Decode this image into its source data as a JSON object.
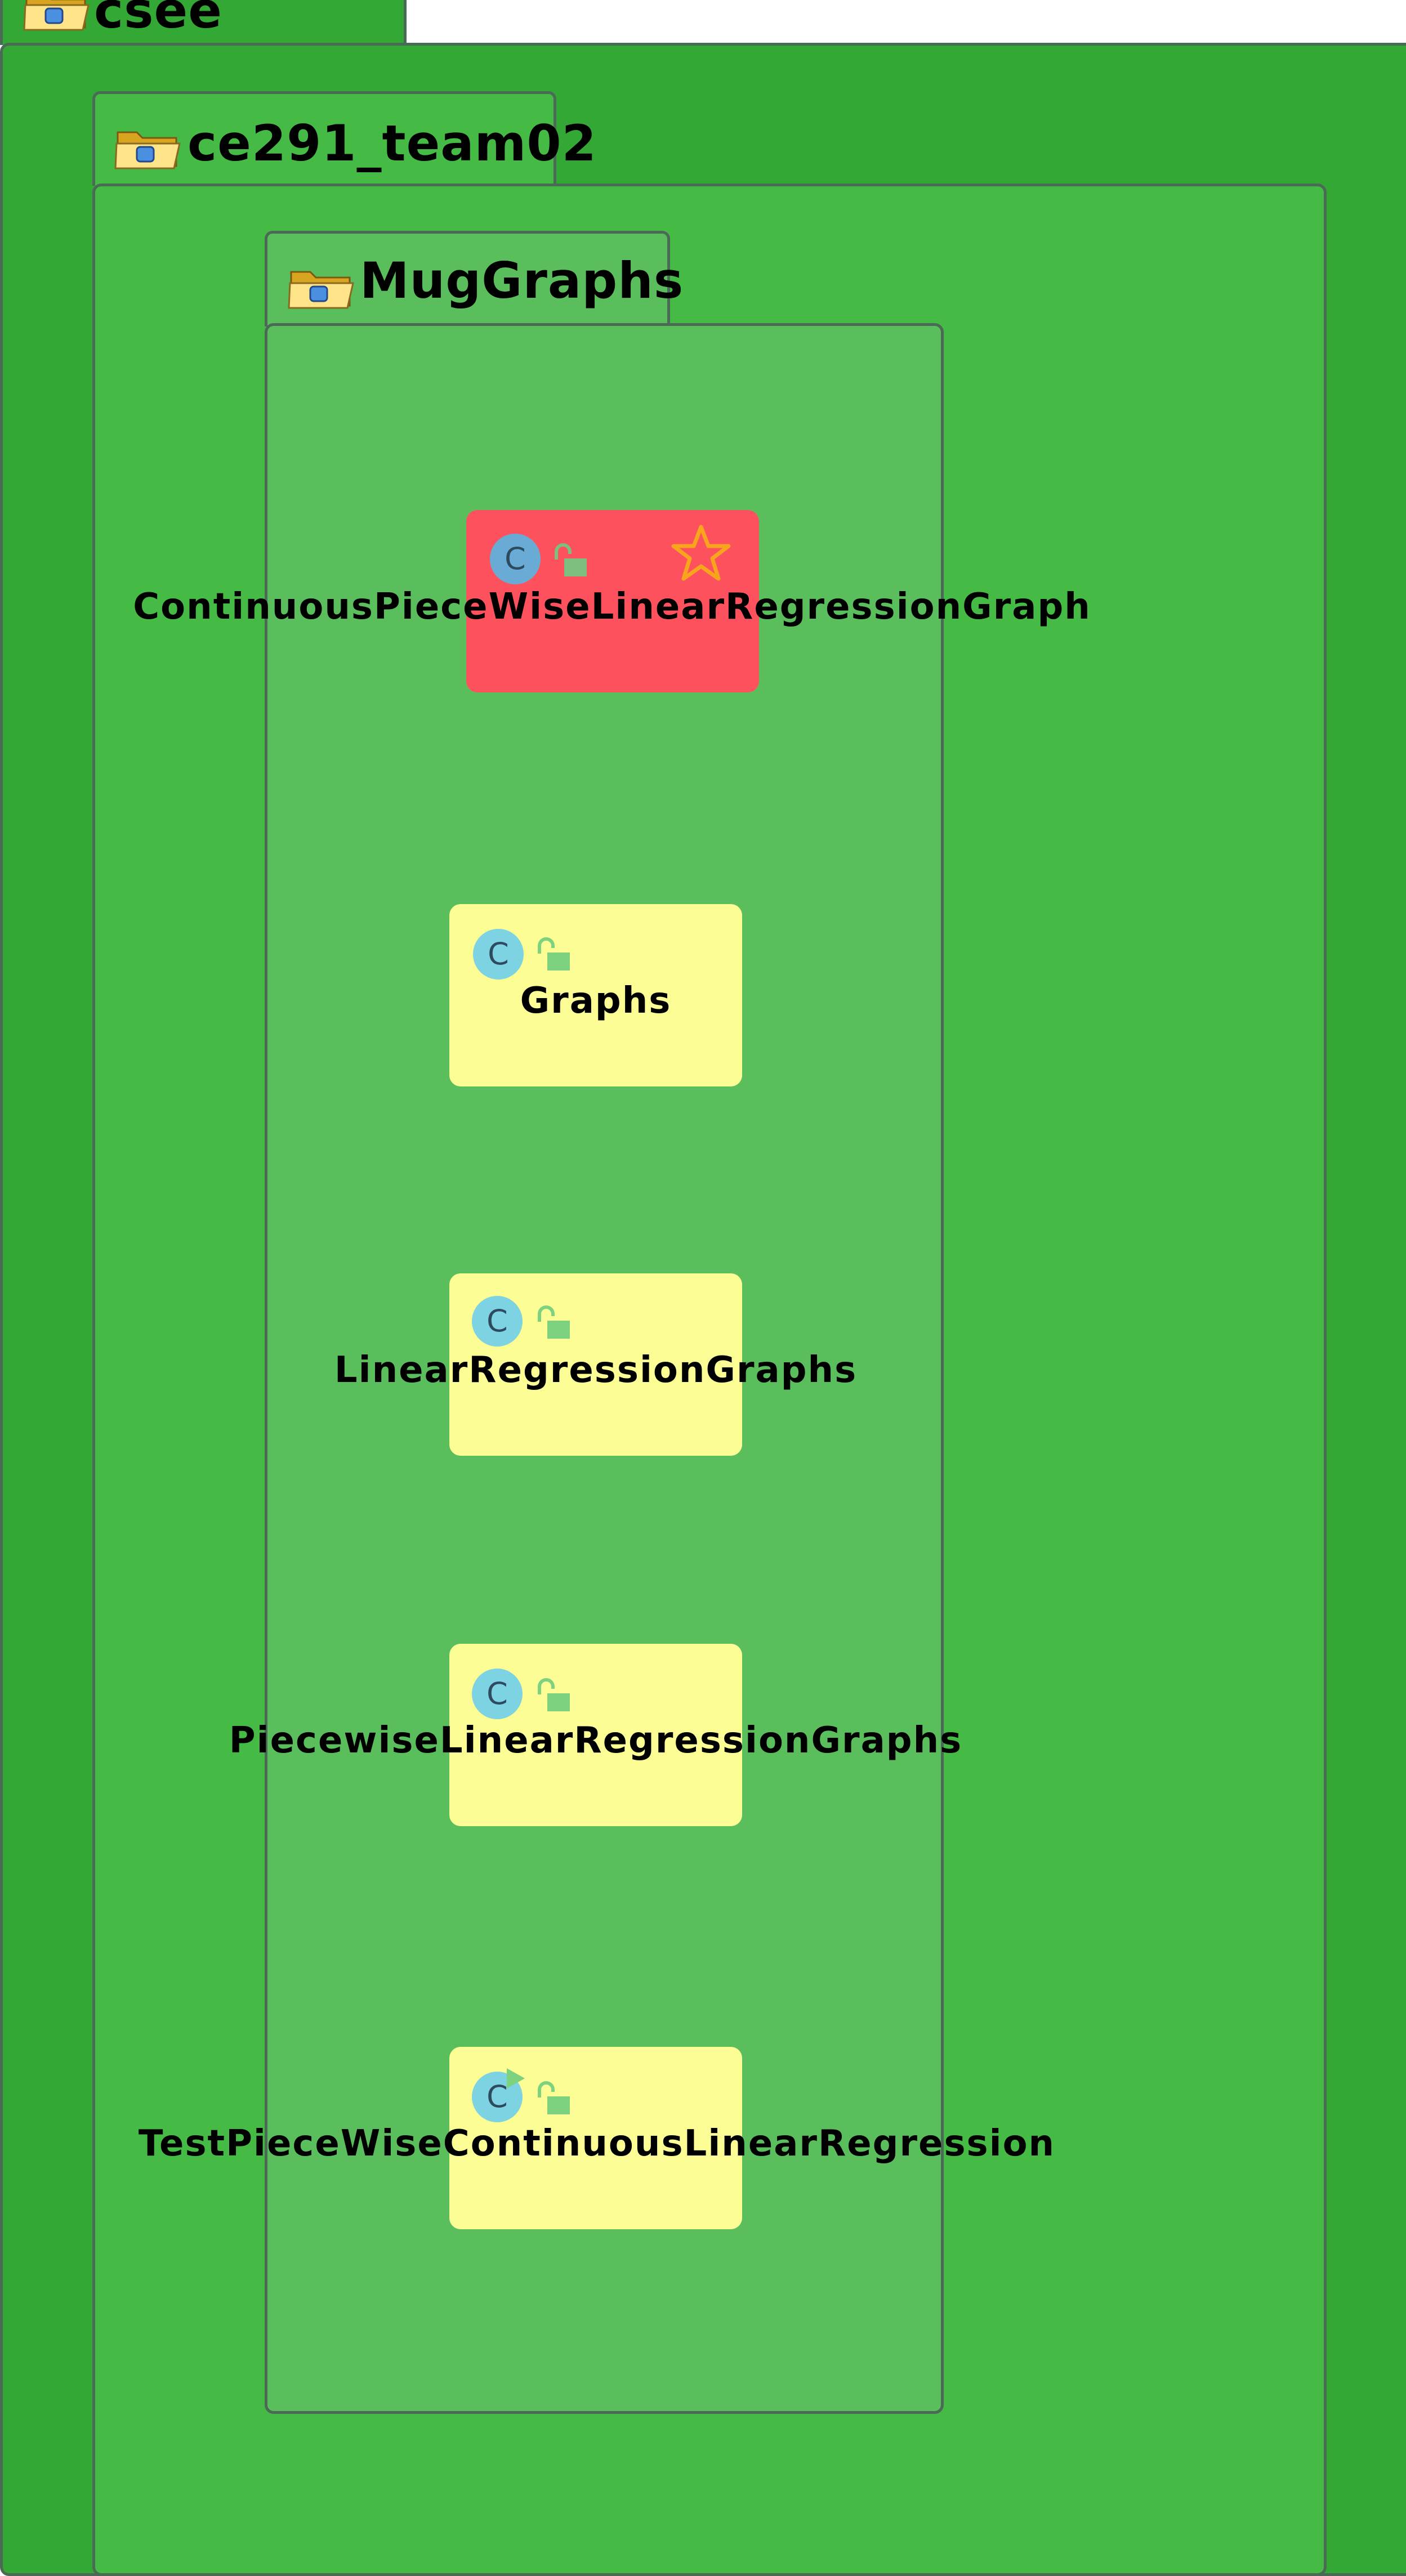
{
  "colors": {
    "outer_package": "#34a835",
    "middle_package": "#45bb46",
    "inner_package": "#5bbe5d",
    "class_default": "#fdfd95",
    "class_highlight": "#fd525e",
    "border": "#4a6a55",
    "badge": "#7ed3e3",
    "badge_highlight": "#6aabd6",
    "lock": "#7dd27f",
    "star": "#f9a41d"
  },
  "packages": [
    {
      "label": "csee",
      "icon": "folder-icon"
    },
    {
      "label": "ce291_team02",
      "icon": "folder-icon"
    },
    {
      "label": "MugGraphs",
      "icon": "folder-icon"
    }
  ],
  "classes": [
    {
      "name": "ContinuousPieceWiseLinearRegressionGraph",
      "badge": "C",
      "highlighted": true,
      "starred": true
    },
    {
      "name": "Graphs",
      "badge": "C",
      "highlighted": false
    },
    {
      "name": "LinearRegressionGraphs",
      "badge": "C",
      "highlighted": false
    },
    {
      "name": "PiecewiseLinearRegressionGraphs",
      "badge": "C",
      "highlighted": false
    },
    {
      "name": "TestPieceWiseContinuousLinearRegression",
      "badge": "C",
      "highlighted": false,
      "runnable": true
    }
  ]
}
